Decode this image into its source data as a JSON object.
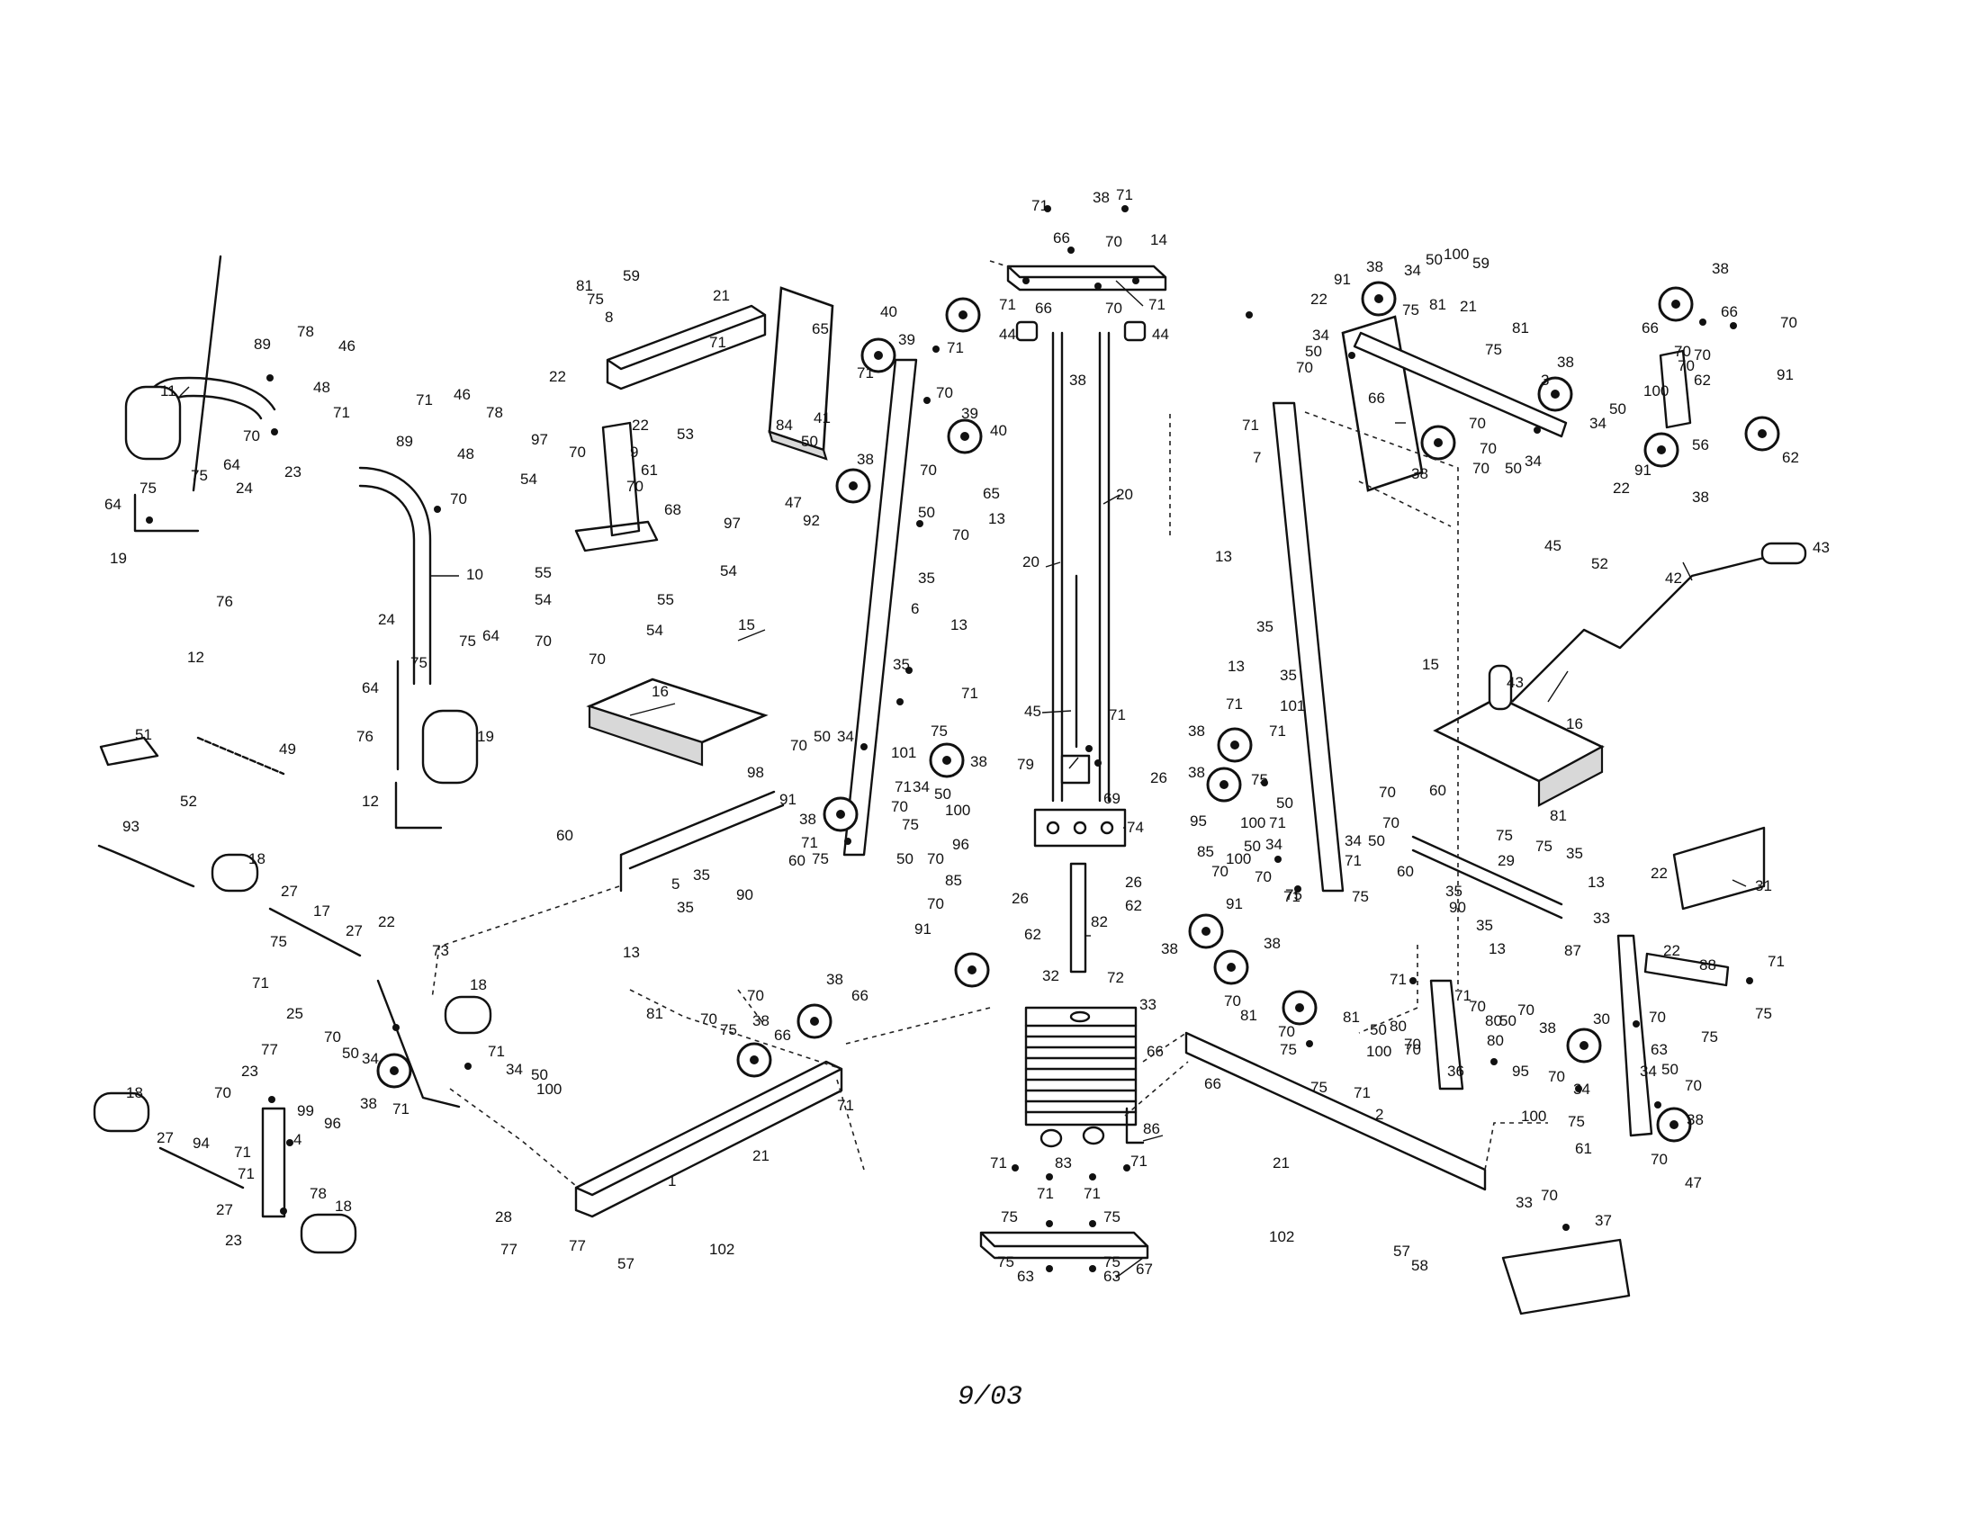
{
  "footer": {
    "date_code": "9/03"
  },
  "callouts": {
    "c14": "14",
    "c44": "44",
    "c20": "20",
    "c45": "45",
    "c79": "79",
    "c74": "74",
    "c69": "69",
    "c82": "82",
    "c32": "32",
    "c72": "72",
    "c83": "83",
    "c86": "86",
    "c67": "67",
    "c63": "63",
    "c6": "6",
    "c15a": "15",
    "c16a": "16",
    "c8": "8",
    "c9": "9",
    "c68": "68",
    "c53": "53",
    "c47": "47",
    "c92": "92",
    "c39": "39",
    "c40": "40",
    "c41": "41",
    "c5": "5",
    "c60": "60",
    "c90": "90",
    "c98": "98",
    "c101": "101",
    "c96": "96",
    "c85": "85",
    "c62": "62",
    "c11": "11",
    "c10": "10",
    "c19": "19",
    "c76": "76",
    "c12": "12",
    "c24": "24",
    "c48": "48",
    "c46": "46",
    "c78": "78",
    "c89": "89",
    "c23": "23",
    "c51": "51",
    "c49": "49",
    "c52": "52",
    "c93": "93",
    "c18": "18",
    "c17": "17",
    "c27": "27",
    "c73": "73",
    "c25": "25",
    "c4": "4",
    "c94": "94",
    "c99": "99",
    "c1": "1",
    "c28": "28",
    "c57": "57",
    "c102": "102",
    "c21": "21",
    "c7": "7",
    "c3": "3",
    "c15b": "15",
    "c16b": "16",
    "c42": "42",
    "c43": "43",
    "c31": "31",
    "c29": "29",
    "c30": "30",
    "c88": "88",
    "c87": "87",
    "c2": "2",
    "c36": "36",
    "c33": "33",
    "c37": "37",
    "c58": "58",
    "c56": "56",
    "c91": "91",
    "c95": "95",
    "c26": "26",
    "c22": "22",
    "c38": "38",
    "c70": "70",
    "c71": "71",
    "c75": "75",
    "c35": "35",
    "c13": "13",
    "c34": "34",
    "c50": "50",
    "c100": "100",
    "c81": "81",
    "c59": "59",
    "c66": "66",
    "c65": "65",
    "c84": "84",
    "c54": "54",
    "c55": "55",
    "c97": "97",
    "c61": "61",
    "c64": "64",
    "c77": "77",
    "c80": "80"
  }
}
